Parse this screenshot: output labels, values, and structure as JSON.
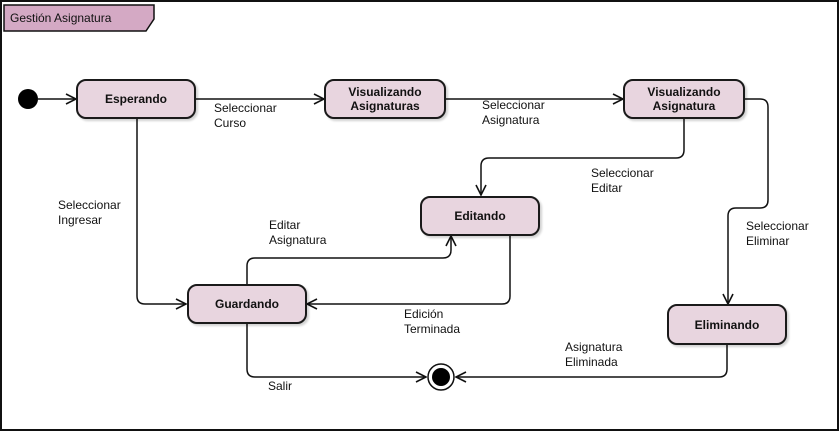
{
  "diagram": {
    "title": "Gestión Asignatura",
    "colors": {
      "state_fill": "#e8d5df",
      "title_fill": "#d4a9c4",
      "line": "#111111"
    },
    "states": {
      "esperando": "Esperando",
      "visualizando_asignaturas": "Visualizando\nAsignaturas",
      "visualizando_asignatura": "Visualizando\nAsignatura",
      "editando": "Editando",
      "guardando": "Guardando",
      "eliminando": "Eliminando"
    },
    "transitions": {
      "seleccionar_curso": "Seleccionar\nCurso",
      "seleccionar_asignatura": "Seleccionar\nAsignatura",
      "seleccionar_editar": "Seleccionar\nEditar",
      "seleccionar_eliminar": "Seleccionar\nEliminar",
      "seleccionar_ingresar": "Seleccionar\nIngresar",
      "editar_asignatura": "Editar\nAsignatura",
      "edicion_terminada": "Edición\nTerminada",
      "asignatura_eliminada": "Asignatura\nEliminada",
      "salir": "Salir"
    }
  }
}
